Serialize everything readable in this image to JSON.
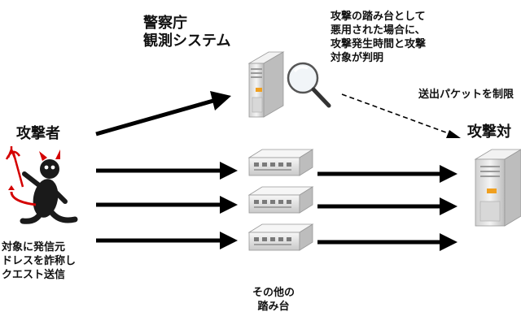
{
  "police_system": {
    "line1": "警察庁",
    "line2": "観測システム"
  },
  "misuse_note": [
    "攻撃の踏み台として",
    "悪用された場合に、",
    "攻撃発生時間と攻撃",
    "対象が判明"
  ],
  "packet_limit_note": "送出パケットを制限",
  "attacker_label": "攻撃者",
  "target_label": "攻撃対",
  "attacker_note": [
    "対象に発信元",
    "ドレスを詐称し",
    "クエスト送信"
  ],
  "other_stepping_stones": [
    "その他の",
    "踏み台"
  ],
  "colors": {
    "arrow": "#000000",
    "devil_body": "#1a1a1a",
    "devil_red": "#d40000",
    "server_body": "#e9e9e9",
    "server_accent": "#f0a020"
  }
}
